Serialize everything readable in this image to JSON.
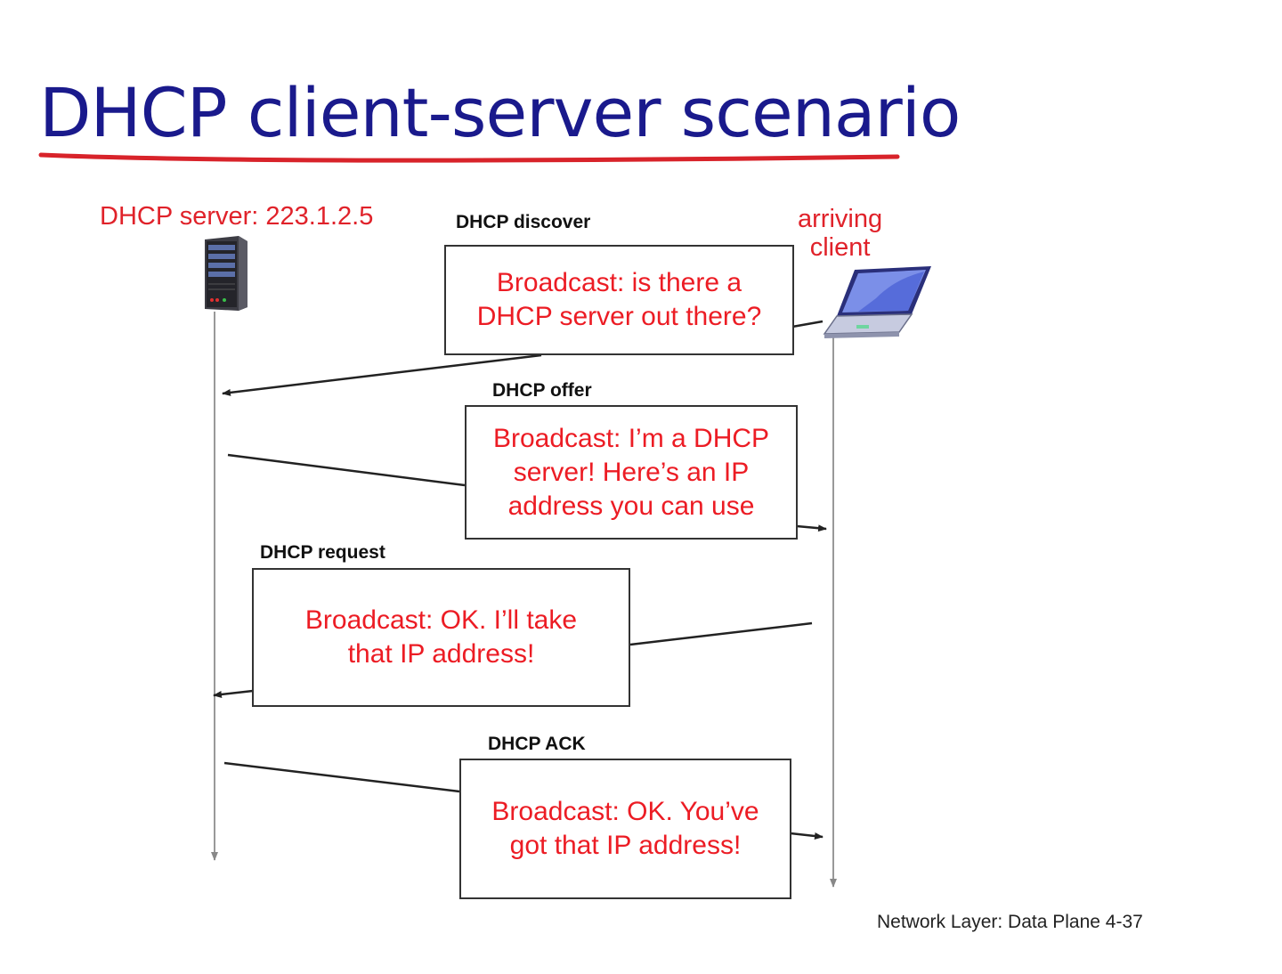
{
  "title": "DHCP client-server scenario",
  "colors": {
    "title": "#1a1a8c",
    "underline": "#d8232a",
    "label": "#e0222a",
    "message_text": "#ec1c24"
  },
  "server": {
    "label": "DHCP server: 223.1.2.5",
    "icon": "server-icon"
  },
  "client": {
    "label": "arriving\nclient",
    "icon": "laptop-icon"
  },
  "messages": [
    {
      "name": "DHCP discover",
      "text": "Broadcast: is there a\nDHCP server out there?",
      "direction": "client-to-server"
    },
    {
      "name": "DHCP offer",
      "text": "Broadcast: I’m a DHCP\nserver! Here’s an IP\naddress you can use",
      "direction": "server-to-client"
    },
    {
      "name": "DHCP request",
      "text": "Broadcast: OK.  I’ll take\nthat IP address!",
      "direction": "client-to-server"
    },
    {
      "name": "DHCP ACK",
      "text": "Broadcast: OK.  You’ve\ngot that IP address!",
      "direction": "server-to-client"
    }
  ],
  "footer": "Network Layer: Data Plane  4-37"
}
